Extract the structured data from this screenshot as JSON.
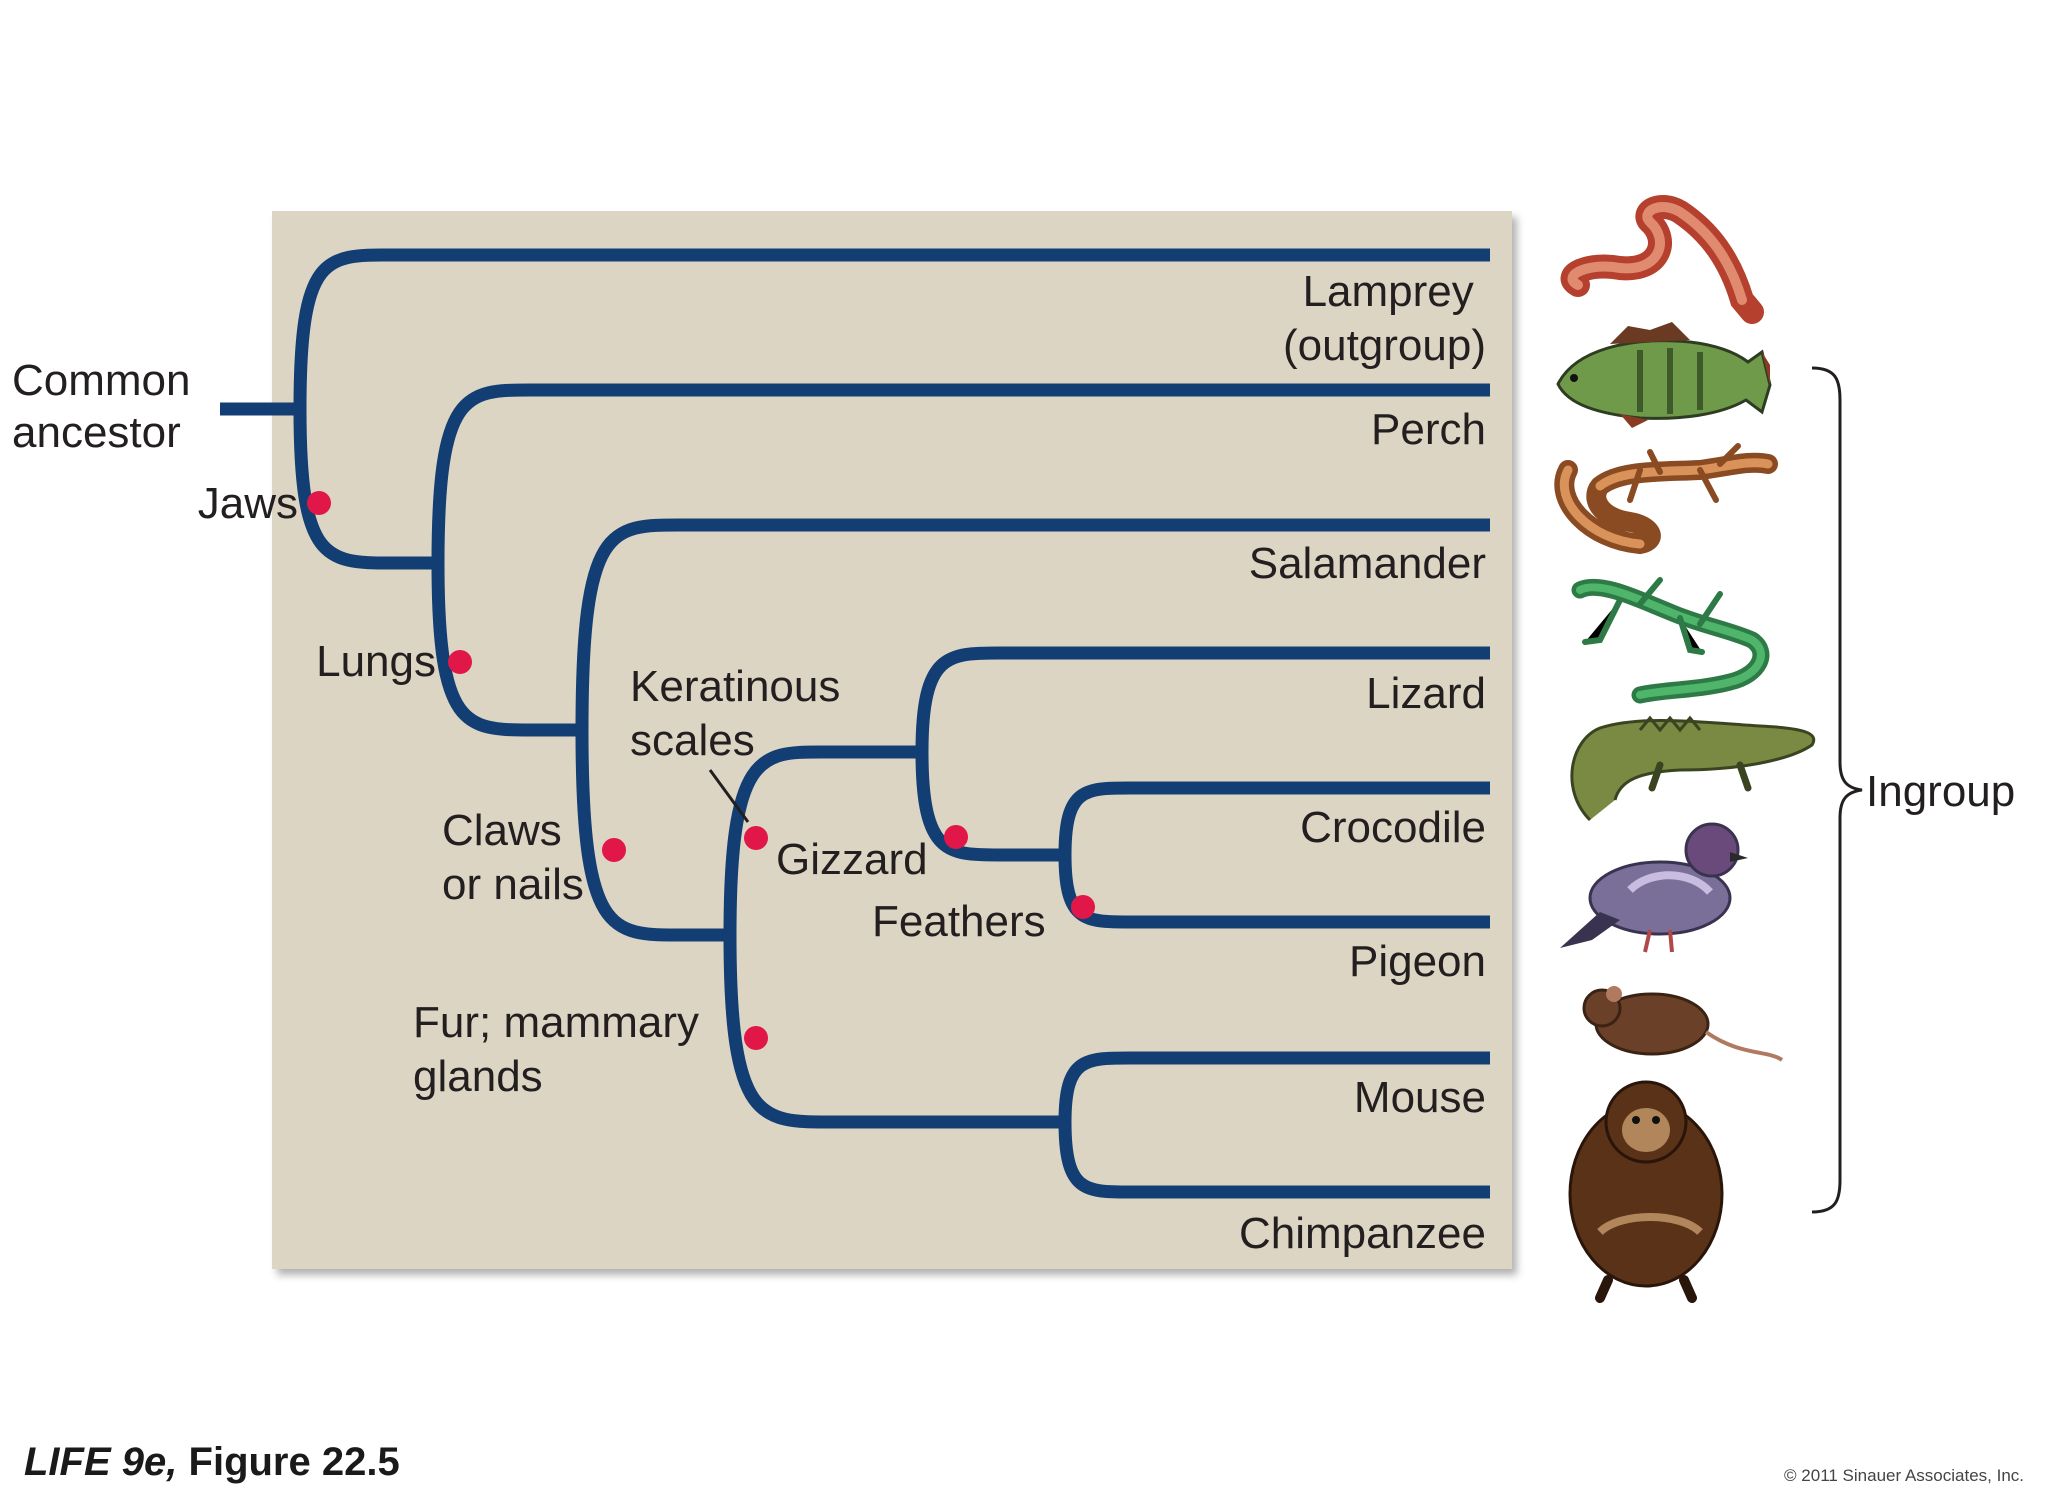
{
  "root_label": [
    "Common",
    "ancestor"
  ],
  "taxa": {
    "lamprey": [
      "Lamprey",
      "(outgroup)"
    ],
    "perch": "Perch",
    "salamander": "Salamander",
    "lizard": "Lizard",
    "crocodile": "Crocodile",
    "pigeon": "Pigeon",
    "mouse": "Mouse",
    "chimpanzee": "Chimpanzee"
  },
  "traits": {
    "jaws": "Jaws",
    "lungs": "Lungs",
    "claws": [
      "Claws",
      "or nails"
    ],
    "keratinous": [
      "Keratinous",
      "scales"
    ],
    "gizzard": "Gizzard",
    "feathers": "Feathers",
    "fur": [
      "Fur; mammary",
      "glands"
    ]
  },
  "ingroup_label": "Ingroup",
  "caption": {
    "book": "LIFE 9e,",
    "figure": "Figure 22.5"
  },
  "copyright": "© 2011 Sinauer Associates, Inc.",
  "colors": {
    "panel": "#ddd5c3",
    "branch": "#123e74",
    "trait_dot": "#e1174a"
  },
  "icons": [
    "worm-icon",
    "perch-fish-icon",
    "salamander-icon",
    "lizard-icon",
    "crocodile-icon",
    "pigeon-icon",
    "mouse-icon",
    "chimpanzee-icon"
  ]
}
